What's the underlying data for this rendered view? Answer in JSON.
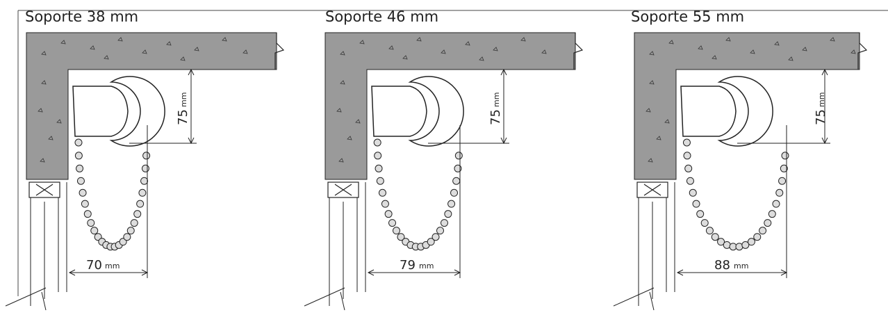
{
  "diagram": {
    "panels": [
      {
        "title": "Soporte 38 mm",
        "width_value": "70",
        "width_unit": "mm",
        "height_value": "75",
        "height_unit": "mm"
      },
      {
        "title": "Soporte 46 mm",
        "width_value": "79",
        "width_unit": "mm",
        "height_value": "75",
        "height_unit": "mm"
      },
      {
        "title": "Soporte 55 mm",
        "width_value": "88",
        "width_unit": "mm",
        "height_value": "75",
        "height_unit": "mm"
      }
    ],
    "colors": {
      "concrete": "#9a9a9a",
      "line": "#222222",
      "bead": "#dddddd"
    }
  }
}
